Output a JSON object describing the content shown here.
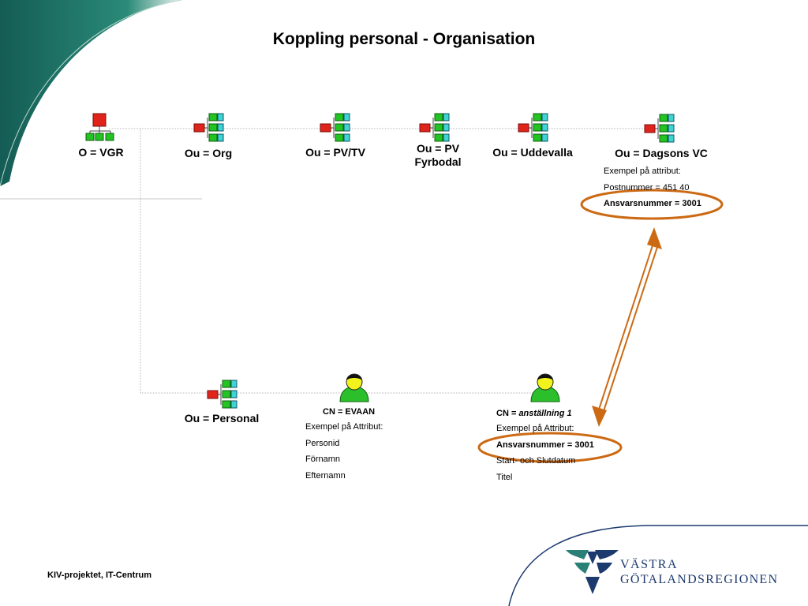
{
  "title": "Koppling personal - Organisation",
  "nodes": {
    "vgr": "O = VGR",
    "org": "Ou = Org",
    "pvtv": "Ou = PV/TV",
    "pvfyrbodal_l1": "Ou = PV",
    "pvfyrbodal_l2": "Fyrbodal",
    "uddevalla": "Ou = Uddevalla",
    "dagsons": "Ou = Dagsons VC",
    "personal": "Ou = Personal"
  },
  "dagsons_attributes": {
    "heading": "Exempel på attribut:",
    "postnummer": "Postnummer = 451 40",
    "ansvarsnummer": "Ansvarsnummer = 3001"
  },
  "evaan": {
    "cn": "CN = EVAAN",
    "heading": "Exempel på Attribut:",
    "attrs": [
      "Personid",
      "Förnamn",
      "Efternamn"
    ]
  },
  "anstallning": {
    "cn_prefix": "CN = ",
    "cn_value": "anställning 1",
    "heading": "Exempel på Attribut:",
    "ansvarsnummer": "Ansvarsnummer = 3001",
    "datum": "Start- och Slutdatum",
    "titel": "Titel"
  },
  "footer": "KIV-projektet, IT-Centrum",
  "logo": {
    "line1": "VÄSTRA",
    "line2": "GÖTALANDSREGIONEN"
  },
  "colors": {
    "teal": "#1e6f62",
    "highlight": "#cc6a14",
    "ou_red": "#e0241c",
    "ou_green": "#22c322",
    "ou_cyan": "#3fd3d3",
    "person_green": "#2bbf2b",
    "logo_navy": "#1c3a6e",
    "logo_teal": "#2a7f77"
  }
}
